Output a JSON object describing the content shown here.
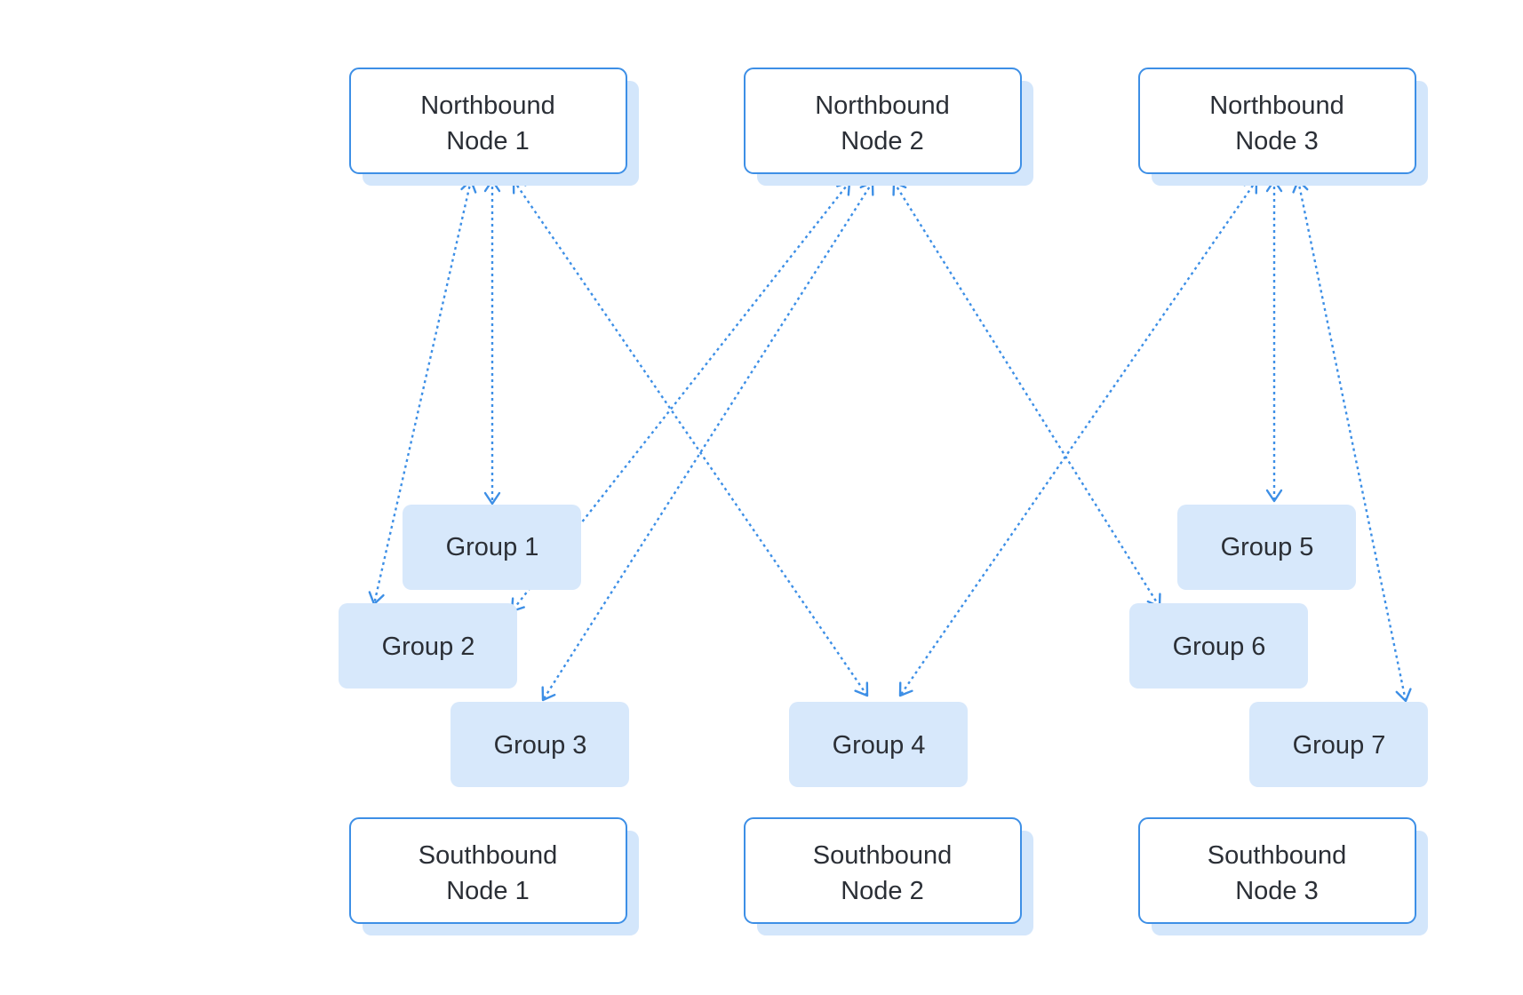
{
  "diagram": {
    "colors": {
      "node_border": "#3d8fe6",
      "node_fill": "#ffffff",
      "node_shadow": "#d3e6fb",
      "group_fill": "#d7e8fb",
      "connector": "#3d8fe6",
      "text": "#2b2f36"
    },
    "northbound_nodes": [
      {
        "id": "nb1",
        "line1": "Northbound",
        "line2": "Node 1"
      },
      {
        "id": "nb2",
        "line1": "Northbound",
        "line2": "Node 2"
      },
      {
        "id": "nb3",
        "line1": "Northbound",
        "line2": "Node 3"
      }
    ],
    "groups": [
      {
        "id": "g1",
        "label": "Group 1"
      },
      {
        "id": "g2",
        "label": "Group 2"
      },
      {
        "id": "g3",
        "label": "Group 3"
      },
      {
        "id": "g4",
        "label": "Group 4"
      },
      {
        "id": "g5",
        "label": "Group 5"
      },
      {
        "id": "g6",
        "label": "Group 6"
      },
      {
        "id": "g7",
        "label": "Group 7"
      }
    ],
    "southbound_nodes": [
      {
        "id": "sb1",
        "line1": "Southbound",
        "line2": "Node 1"
      },
      {
        "id": "sb2",
        "line1": "Southbound",
        "line2": "Node 2"
      },
      {
        "id": "sb3",
        "line1": "Southbound",
        "line2": "Node 3"
      }
    ],
    "connections": [
      {
        "from": "nb1",
        "to": "g1",
        "bidirectional": true
      },
      {
        "from": "nb1",
        "to": "g2",
        "bidirectional": true
      },
      {
        "from": "nb1",
        "to": "g4",
        "bidirectional": true
      },
      {
        "from": "nb2",
        "to": "g2",
        "bidirectional": true
      },
      {
        "from": "nb2",
        "to": "g3",
        "bidirectional": true
      },
      {
        "from": "nb2",
        "to": "g6",
        "bidirectional": true
      },
      {
        "from": "nb3",
        "to": "g4",
        "bidirectional": true
      },
      {
        "from": "nb3",
        "to": "g5",
        "bidirectional": true
      },
      {
        "from": "nb3",
        "to": "g7",
        "bidirectional": true
      }
    ]
  }
}
